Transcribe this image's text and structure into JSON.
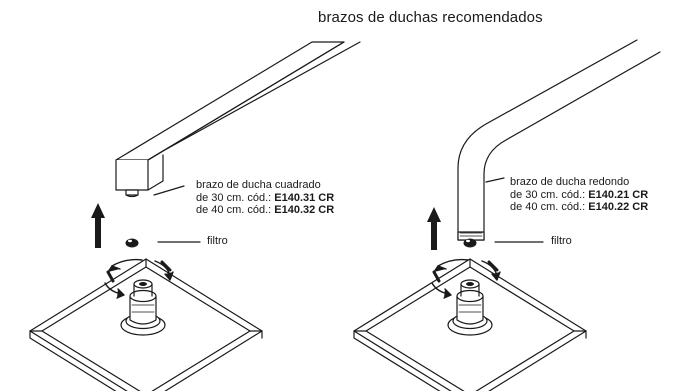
{
  "title": "brazos de duchas recomendados",
  "square_arm": {
    "name": "brazo de ducha cuadrado",
    "line1_prefix": "de 30 cm. cód.: ",
    "line1_code": "E140.31 CR",
    "line2_prefix": "de 40 cm. cód.: ",
    "line2_code": "E140.32 CR"
  },
  "round_arm": {
    "name": "brazo de ducha redondo",
    "line1_prefix": "de 30 cm. cód.: ",
    "line1_code": "E140.21 CR",
    "line2_prefix": "de 40 cm. cód.: ",
    "line2_code": "E140.22 CR"
  },
  "filter_label": "filtro",
  "colors": {
    "line": "#1a1a1a",
    "fill": "#ffffff"
  }
}
